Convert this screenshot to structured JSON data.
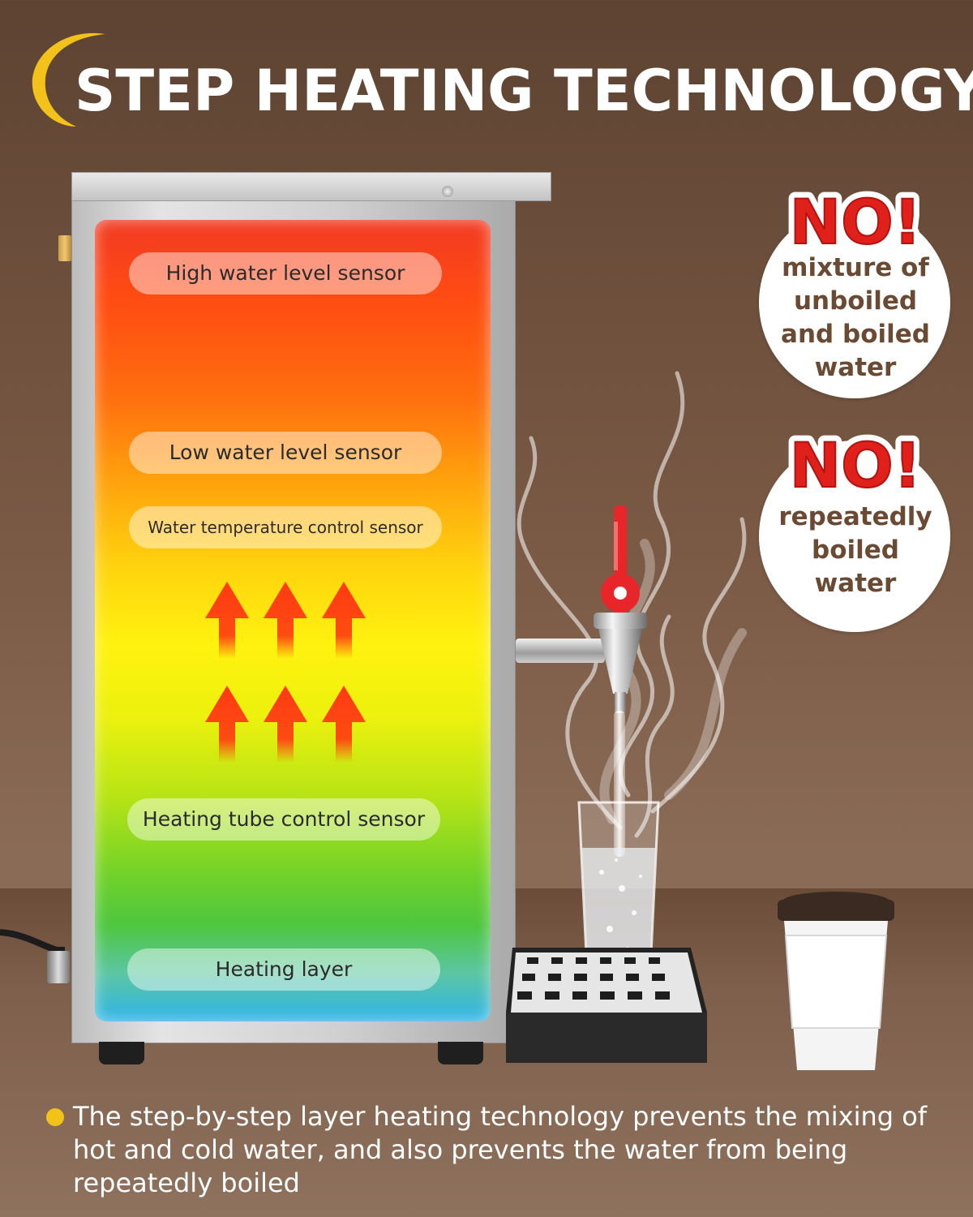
{
  "header": {
    "title": "STEP HEATING TECHNOLOGY"
  },
  "sensors": [
    "High water level sensor",
    "Low water level sensor",
    "Water temperature control sensor",
    "Heating tube control sensor",
    "Heating layer"
  ],
  "badges": [
    {
      "mark": "NO!",
      "text": "mixture of unboiled and boiled water"
    },
    {
      "mark": "NO!",
      "text": "repeatedly boiled water"
    }
  ],
  "caption": {
    "text": "The step-by-step layer heating technology prevents the mixing of hot and cold water, and also prevents the water from being repeatedly boiled"
  },
  "colors": {
    "background": "#6e503d",
    "crescent": "#f2c21b",
    "no_badge_red": "#e0201b",
    "sticker_text": "#6b4a33",
    "bullet": "#f2c21b"
  },
  "icons": [
    "crescent-moon-icon",
    "heat-arrow-icon"
  ]
}
